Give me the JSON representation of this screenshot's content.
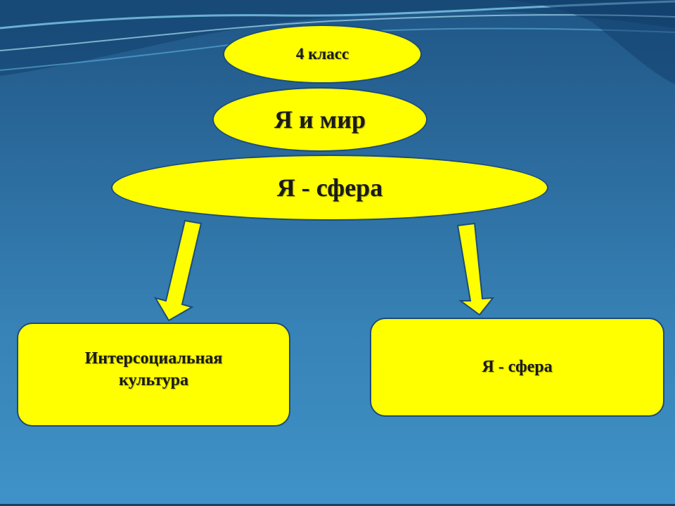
{
  "diagram": {
    "grade": "4 класс",
    "topic": "Я и мир",
    "sphere": "Я - сфера",
    "left_box": "Интерсоциальная\nкультура",
    "right_box": "Я - сфера"
  },
  "colors": {
    "fill": "#ffff00",
    "outline": "#1d4b7a",
    "background_top": "#1f5686",
    "background_bottom": "#3f93c8"
  }
}
